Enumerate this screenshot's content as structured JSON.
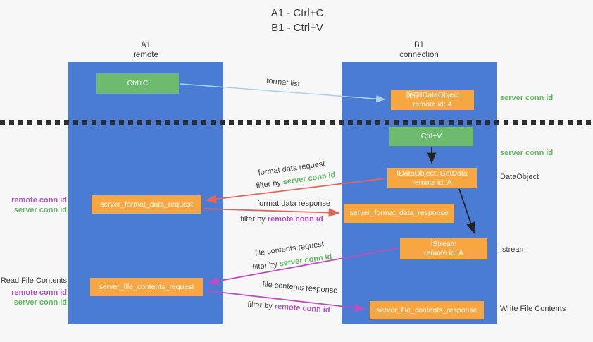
{
  "title": {
    "line1": "A1 - Ctrl+C",
    "line2": "B1 - Ctrl+V"
  },
  "lifelines": {
    "left": {
      "id": "A1",
      "label": "remote"
    },
    "right": {
      "id": "B1",
      "label": "connection"
    }
  },
  "boxes": {
    "ctrl_c": {
      "label": "Ctrl+C"
    },
    "ctrl_v": {
      "label": "Ctrl+V"
    },
    "save_dataobject": {
      "line1": "保存IDataObject",
      "line2": "remote id: A"
    },
    "getdata": {
      "line1": "IDataObject::GetData",
      "line2": "remote id: A"
    },
    "istream": {
      "line1": "IStream",
      "line2": "remote id: A"
    },
    "server_format_data_request": {
      "label": "server_format_data_request"
    },
    "server_format_data_response": {
      "label": "server_format_data_response"
    },
    "server_file_contents_request": {
      "label": "server_file_contents_request"
    },
    "server_file_contents_response": {
      "label": "server_file_contents_response"
    }
  },
  "flow_labels": {
    "format_list": "format list",
    "format_data_request": "format data request",
    "format_data_response": "format data response",
    "file_contents_request": "file contents request",
    "file_contents_response": "file contents response",
    "filter_prefix": "filter by",
    "server_conn_id": "server conn id",
    "remote_conn_id": "remote conn id"
  },
  "side_labels": {
    "right_top_server_conn": "server conn id",
    "right_mid_server_conn": "server conn id",
    "dataobject": "DataObject",
    "istream": "Istream",
    "write_file_contents": "Write File Contents",
    "read_file_contents": "Read File Contents",
    "left_remote_conn_1": "remote conn id",
    "left_server_conn_1": "server conn id",
    "left_remote_conn_2": "remote conn id",
    "left_server_conn_2": "server conn id"
  },
  "colors": {
    "column_blue": "#4a7cd4",
    "box_green": "#6dbb6f",
    "box_orange": "#f7a742",
    "arrow_light_blue": "#a9d2f0",
    "arrow_red": "#e4655c",
    "arrow_magenta": "#bb4fc0",
    "arrow_black": "#222222",
    "text_green": "#5fba61",
    "text_purple": "#b452c6",
    "text_dark": "#3c3c3c"
  }
}
